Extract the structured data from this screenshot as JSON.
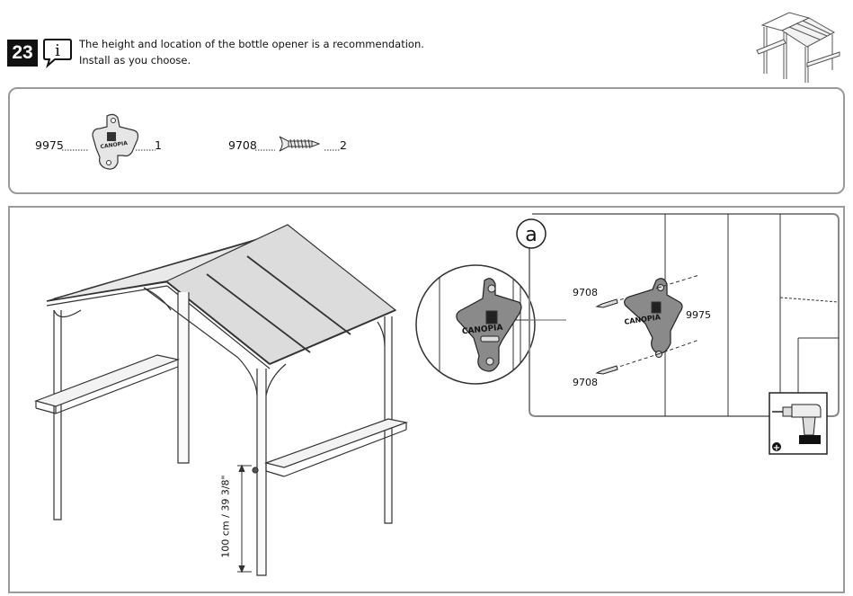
{
  "step": {
    "number": "23"
  },
  "note": {
    "icon": "info-speech-icon",
    "line1": "The height and location of the bottle opener is a recommendation.",
    "line2": "Install as you choose."
  },
  "parts": [
    {
      "code": "9975",
      "qty": "1",
      "icon": "bottle-opener-icon"
    },
    {
      "code": "9708",
      "qty": "2",
      "icon": "screw-icon"
    }
  ],
  "detail": {
    "marker": "a",
    "screw_top": "9708",
    "screw_bottom": "9708",
    "opener": "9975",
    "brand": "CANOPIA"
  },
  "dimension": {
    "label": "100 cm / 39 3/8\""
  },
  "tool": {
    "icon": "cordless-drill-icon",
    "sign": "+"
  }
}
